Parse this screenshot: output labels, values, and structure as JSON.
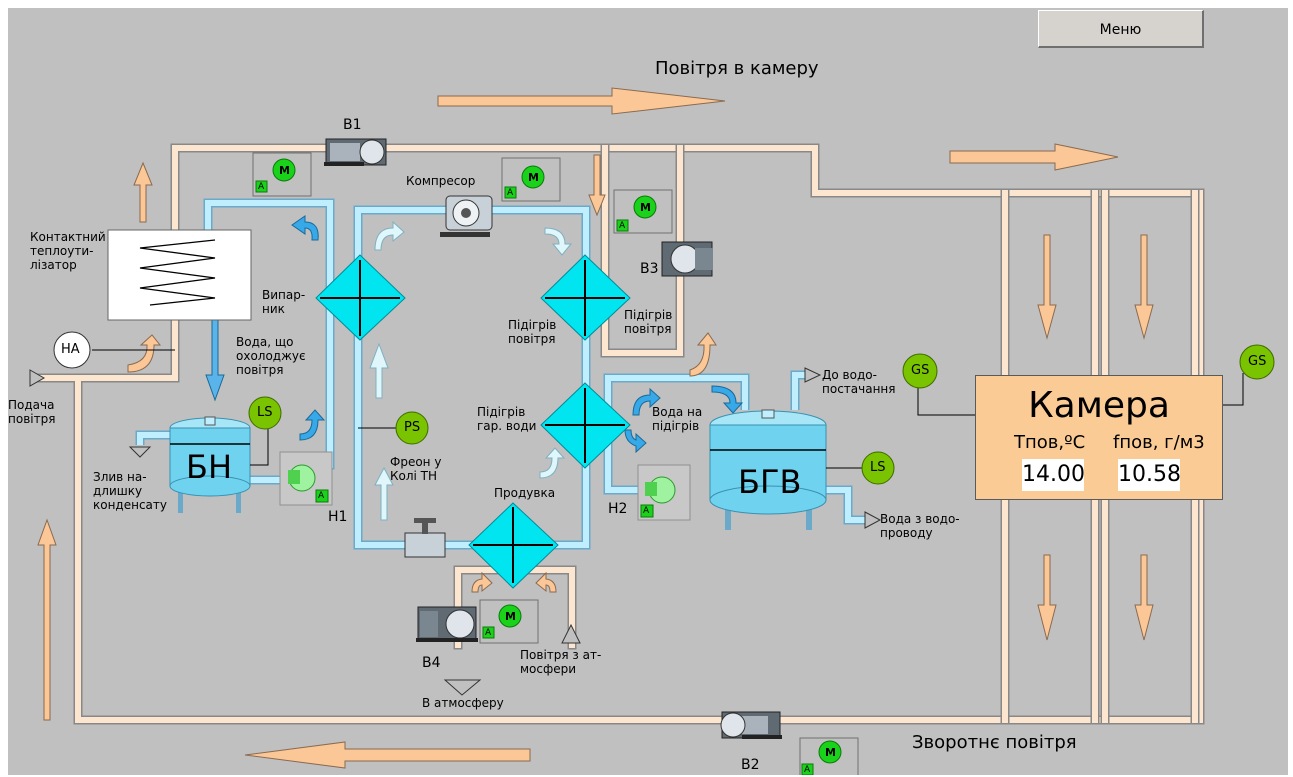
{
  "menu": {
    "label": "Меню"
  },
  "titles": {
    "supply_air": "Повітря в камеру",
    "return_air": "Зворотнє повітря"
  },
  "chamber": {
    "title": "Камера",
    "temp_label": "Тпов,ºС",
    "humidity_label": "fпов, г/м3",
    "temp_value": "14.00",
    "humidity_value": "10.58"
  },
  "labels": {
    "b1": "В1",
    "b2": "В2",
    "b3": "В3",
    "b4": "В4",
    "h1": "Н1",
    "h2": "Н2",
    "compressor": "Компресор",
    "recuperator": "Контактний\nтеплоути-\nлізатор",
    "evaporator": "Випар-\nник",
    "water_cool": "Вода, що\nохолоджує\nповітря",
    "air_intake": "Подача\nповітря",
    "drain": "Злив на-\nдлишку\nконденсату",
    "air_heat_1": "Підігрів\nповітря",
    "air_heat_2": "Підігрів\nповітря",
    "hot_water_heat": "Підігрів\nгар. води",
    "freon": "Фреон у\nКолі ТН",
    "purge": "Продувка",
    "to_atmosphere": "В атмосферу",
    "air_from_atm": "Повітря з ат-\nмосфери",
    "water_for_heat": "Вода на\nпідігрів",
    "to_water_supply": "До водо-\nпостачання",
    "water_from_main": "Вода з водо-\nпроводу",
    "tank_bn": "БН",
    "tank_bgv": "БГВ",
    "sensor_ha": "НА",
    "sensor_ls1": "LS",
    "sensor_ls2": "LS",
    "sensor_ps": "PS",
    "sensor_gs1": "GS",
    "sensor_gs2": "GS",
    "motor": "M",
    "auto": "A"
  },
  "colors": {
    "background": "#c0c0c0",
    "pipe_air": "#fce6cf",
    "pipe_water": "#bfefff",
    "exchanger": "#00e5f0",
    "arrow_air": "#fbc796",
    "tank": "#6fd3f0",
    "sensor": "#7ac300",
    "motor_green": "#19d219",
    "chamber_bg": "#fbcb95"
  }
}
